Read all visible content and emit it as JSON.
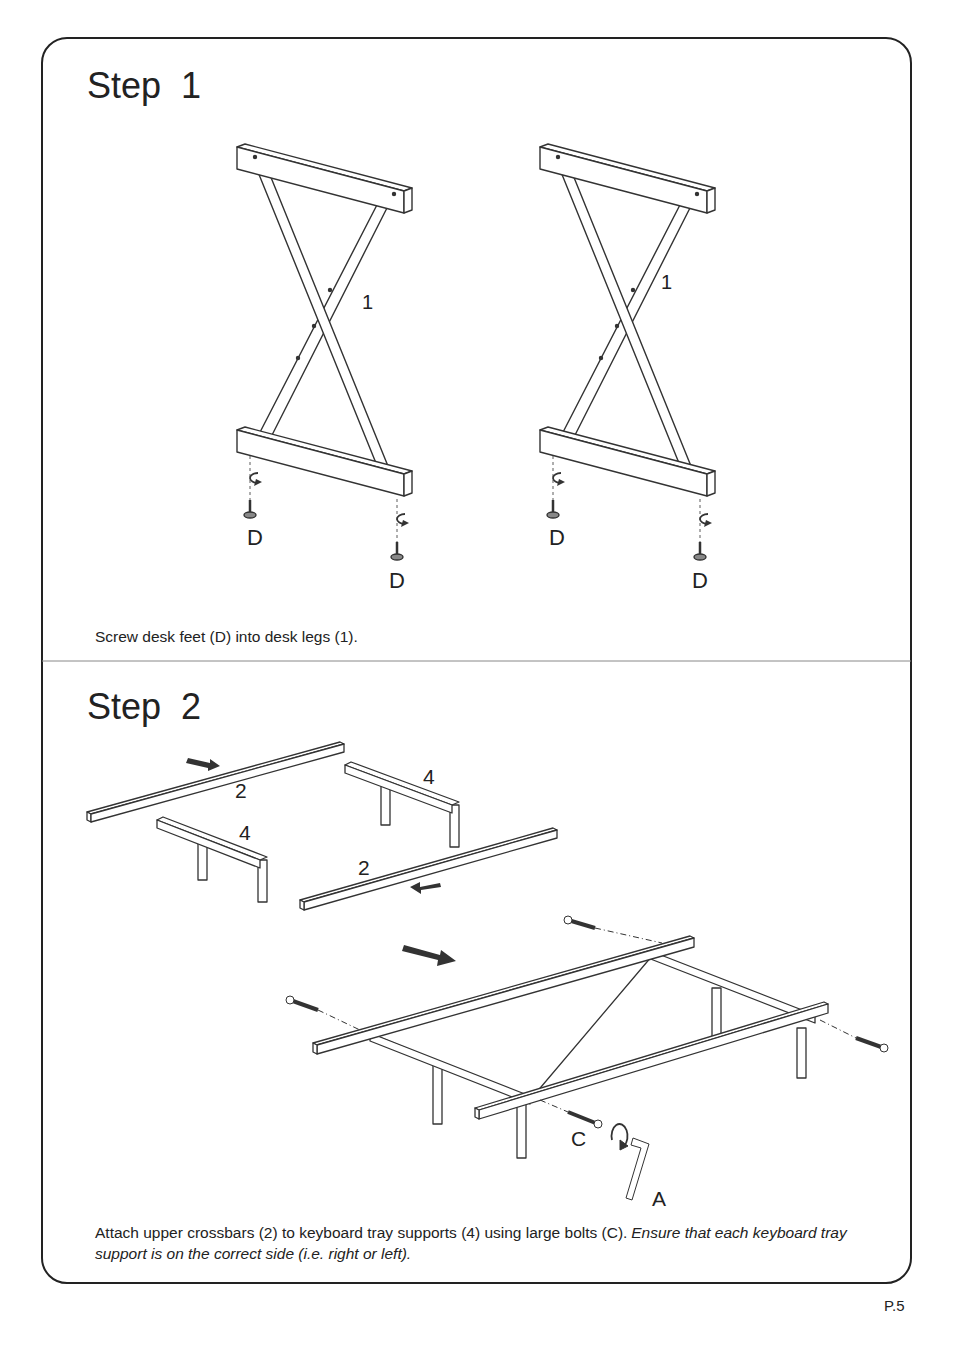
{
  "diagram": {
    "nodes": [
      {
        "text": [
          "Step  1",
          "Screw desk feet (D) into desk legs (1)."
        ]
      },
      {
        "text": [
          "Step  2",
          "Attach upper crossbars (2) to keyboard tray supports (4) using large bolts (C).",
          "Ensure that each keyboard tray support is on the correct side (i.e. right or left)."
        ]
      }
    ],
    "labels": [
      "1",
      "1",
      "D",
      "D",
      "D",
      "D",
      "2",
      "4",
      "4",
      "2",
      "C",
      "A",
      "P.5"
    ]
  }
}
